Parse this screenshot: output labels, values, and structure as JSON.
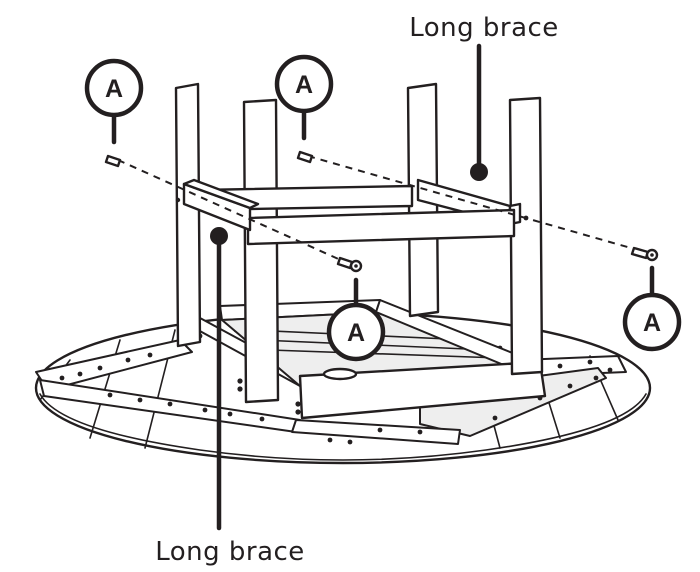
{
  "labels": {
    "long_brace_top": "Long brace",
    "long_brace_bottom": "Long brace"
  },
  "callouts": {
    "a1": "A",
    "a2": "A",
    "a3": "A",
    "a4": "A"
  },
  "colors": {
    "ink": "#231f20",
    "paper": "#ffffff"
  }
}
